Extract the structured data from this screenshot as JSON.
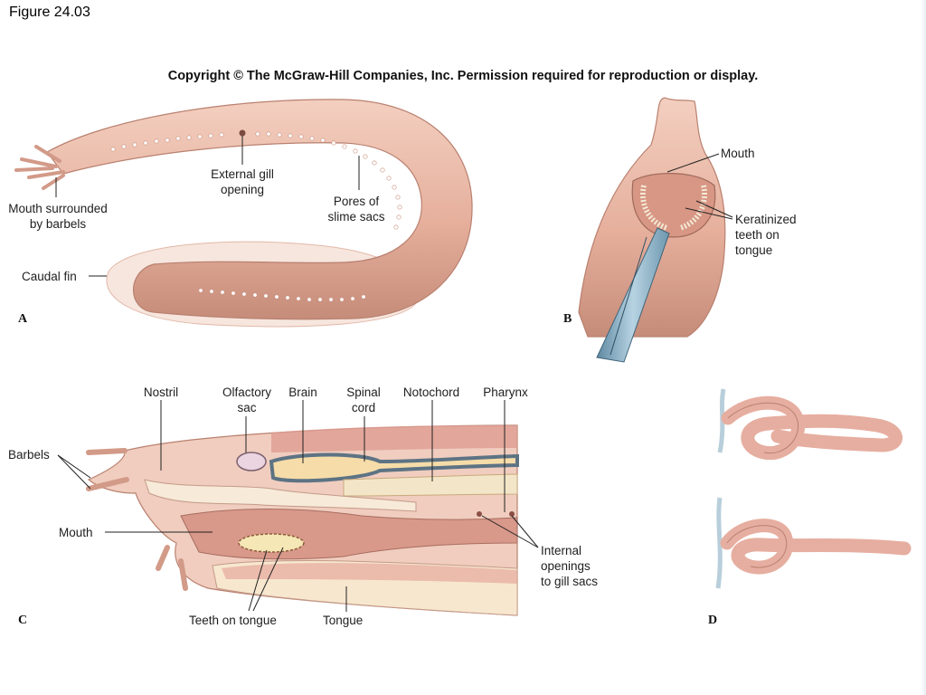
{
  "figure_title": "Figure 24.03",
  "copyright": "Copyright © The McGraw-Hill Companies, Inc. Permission required for reproduction or display.",
  "panels": {
    "a": {
      "letter": "A",
      "labels": {
        "external_gill_1": "External gill",
        "external_gill_2": "opening",
        "pores_1": "Pores of",
        "pores_2": "slime sacs",
        "mouth_1": "Mouth surrounded",
        "mouth_2": "by barbels",
        "caudal": "Caudal fin"
      }
    },
    "b": {
      "letter": "B",
      "labels": {
        "mouth": "Mouth",
        "teeth_1": "Keratinized",
        "teeth_2": "teeth on",
        "teeth_3": "tongue"
      }
    },
    "c": {
      "letter": "C",
      "labels": {
        "nostril": "Nostril",
        "olfactory_1": "Olfactory",
        "olfactory_2": "sac",
        "brain": "Brain",
        "spinal_1": "Spinal",
        "spinal_2": "cord",
        "notochord": "Notochord",
        "pharynx": "Pharynx",
        "barbels": "Barbels",
        "mouth": "Mouth",
        "internal_1": "Internal",
        "internal_2": "openings",
        "internal_3": "to gill sacs",
        "teeth": "Teeth on tongue",
        "tongue": "Tongue"
      }
    },
    "d": {
      "letter": "D"
    }
  },
  "colors": {
    "skin": "#eab8a6",
    "skin_dark": "#c98f7d",
    "skin_light": "#f6d9cc",
    "fin": "#f4e4dc",
    "muscle": "#d98f86",
    "cream": "#f5e3c0",
    "nerve": "#5d7384",
    "instrument": "#8fb4c9"
  }
}
